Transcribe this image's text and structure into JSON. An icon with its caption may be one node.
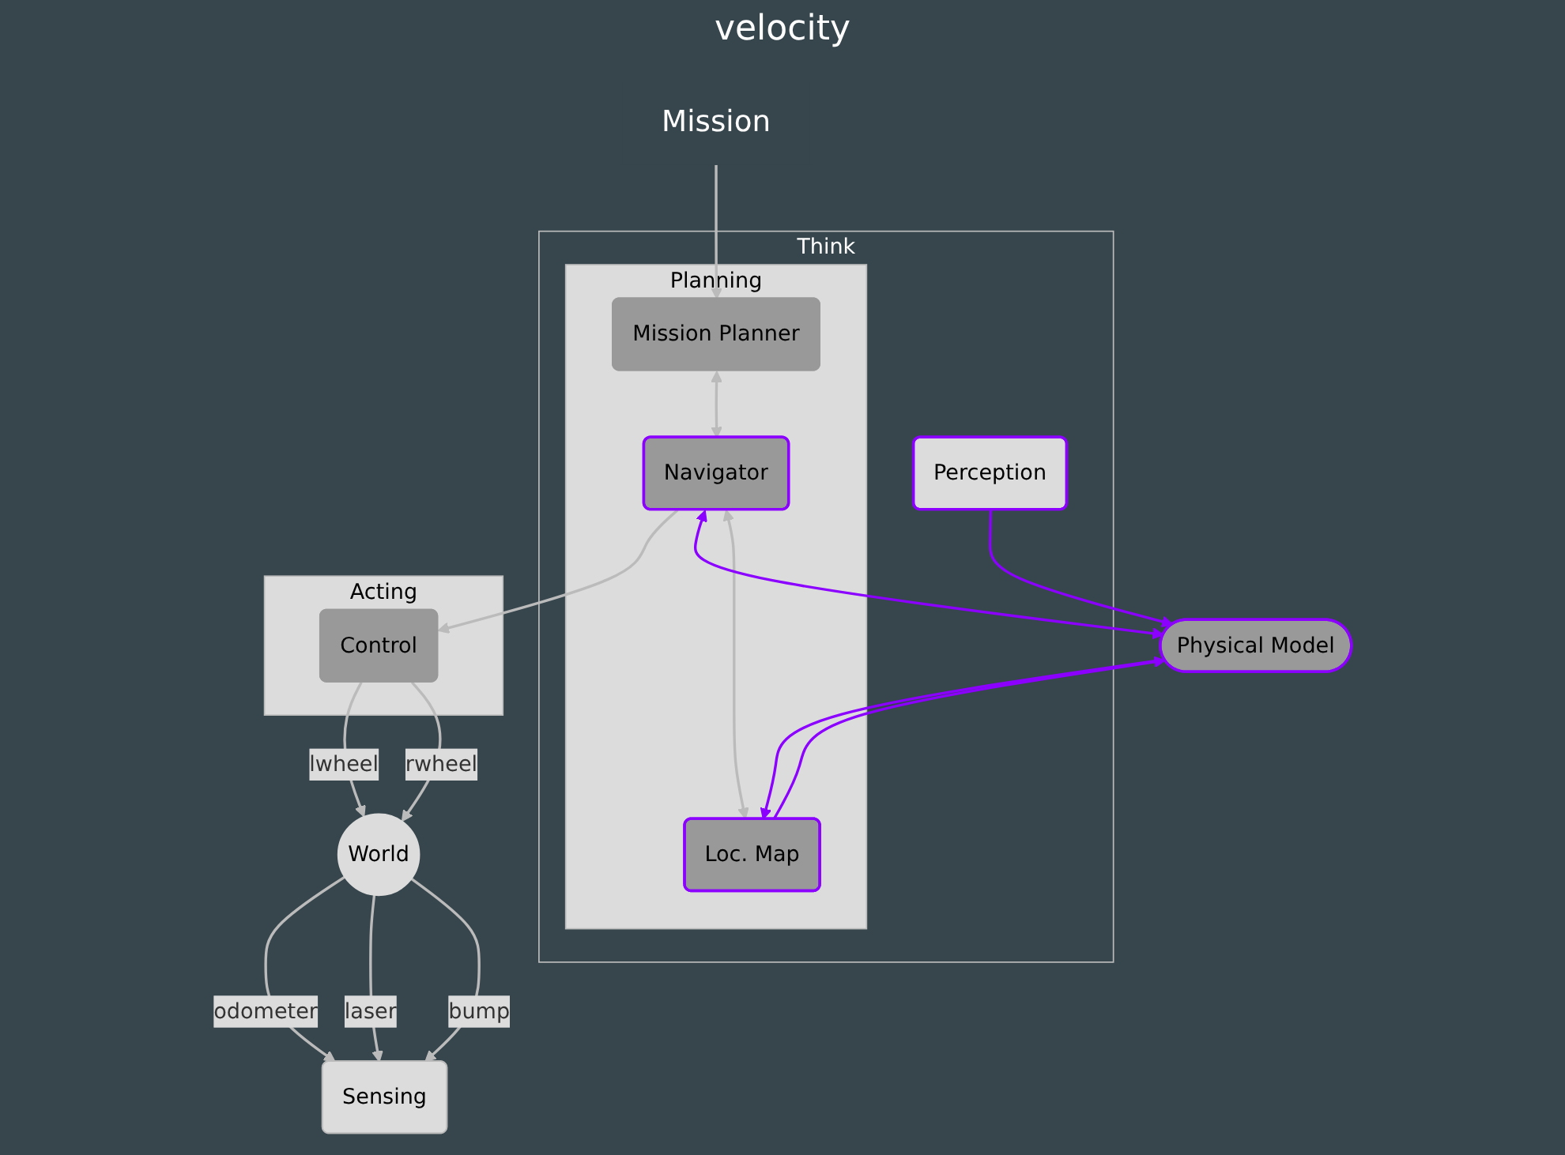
{
  "diagram": {
    "nodes": [
      {
        "text": [
          "Mission"
        ]
      },
      {
        "text": [
          "Sensing"
        ]
      },
      {
        "text": [
          "Think"
        ]
      },
      {
        "text": [
          "Perception"
        ],
        "in": 2
      },
      {
        "text": [
          "Planning"
        ],
        "in": 2
      },
      {
        "text": [
          "Mission Planner"
        ],
        "in": 4
      },
      {
        "text": [
          "Loc. Map"
        ],
        "in": 4
      },
      {
        "text": [
          "Navigator"
        ],
        "in": 4
      },
      {
        "text": [
          "Acting"
        ]
      },
      {
        "text": [
          "Control"
        ],
        "in": 8
      },
      {
        "text": [
          "Physical Model"
        ]
      },
      {
        "text": [
          "World"
        ]
      }
    ],
    "edges": [
      {
        "from": 0,
        "to": 5,
        "arrow": "to"
      },
      {
        "from": 5,
        "to": 7,
        "arrow": "both"
      },
      {
        "from": 6,
        "to": 7,
        "arrow": "both"
      },
      {
        "from": 7,
        "to": 9,
        "arrow": "to"
      },
      {
        "from": 9,
        "to": 11,
        "arrow": "to",
        "label": "lwheel"
      },
      {
        "from": 9,
        "to": 11,
        "arrow": "to",
        "label": "rwheel"
      },
      {
        "from": 11,
        "to": 1,
        "arrow": "to",
        "label": "odometer"
      },
      {
        "from": 11,
        "to": 1,
        "arrow": "to",
        "label": "laser"
      },
      {
        "from": 11,
        "to": 1,
        "arrow": "to",
        "label": "bump"
      },
      {
        "from": 3,
        "to": 10,
        "arrow": "to",
        "color": "#8b00ff"
      },
      {
        "from": 10,
        "to": 6,
        "arrow": "to",
        "color": "#8b00ff"
      },
      {
        "from": 6,
        "to": 10,
        "arrow": "to",
        "color": "#8b00ff"
      },
      {
        "from": 7,
        "to": 10,
        "arrow": "both",
        "color": "#8b00ff"
      }
    ],
    "labels": [
      "velocity"
    ]
  }
}
